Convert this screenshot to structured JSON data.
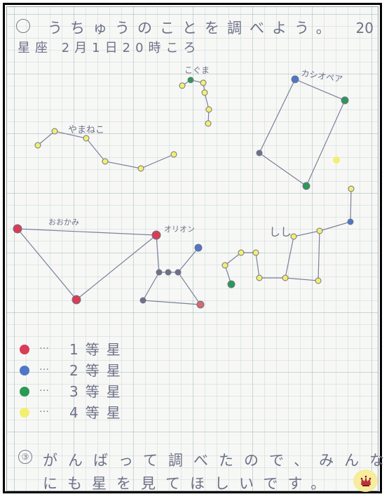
{
  "sheet": {
    "header_mark": "",
    "title": "うちゅうのことを調べよう。",
    "page_number": "20",
    "date_line": "星座 2月1日20時ころ",
    "footer_mark": "③",
    "footer_line_1": "がんばって調べたので、みんな",
    "footer_line_2": "にも星を見てほしいです。"
  },
  "constellations": {
    "kaguma": "こぐま",
    "cassiopeia_label": "カシオペア",
    "yamaneko": "やまねこ",
    "ookami": "おおかみ",
    "orion": "オリオン",
    "leo": "しし"
  },
  "legend": {
    "dots": "…",
    "items": [
      {
        "label": "1等星",
        "color": "#d83d55"
      },
      {
        "label": "2等星",
        "color": "#4e77c7"
      },
      {
        "label": "3等星",
        "color": "#2c9a54"
      },
      {
        "label": "4等星",
        "color": "#f3ef6f"
      }
    ]
  },
  "colors": {
    "first_magnitude": "#d83d55",
    "second_magnitude": "#4e77c7",
    "third_magnitude": "#2c9a54",
    "fourth_magnitude": "#f3ef6f",
    "line": "#7c7f98",
    "pencil": "#6f7188"
  }
}
